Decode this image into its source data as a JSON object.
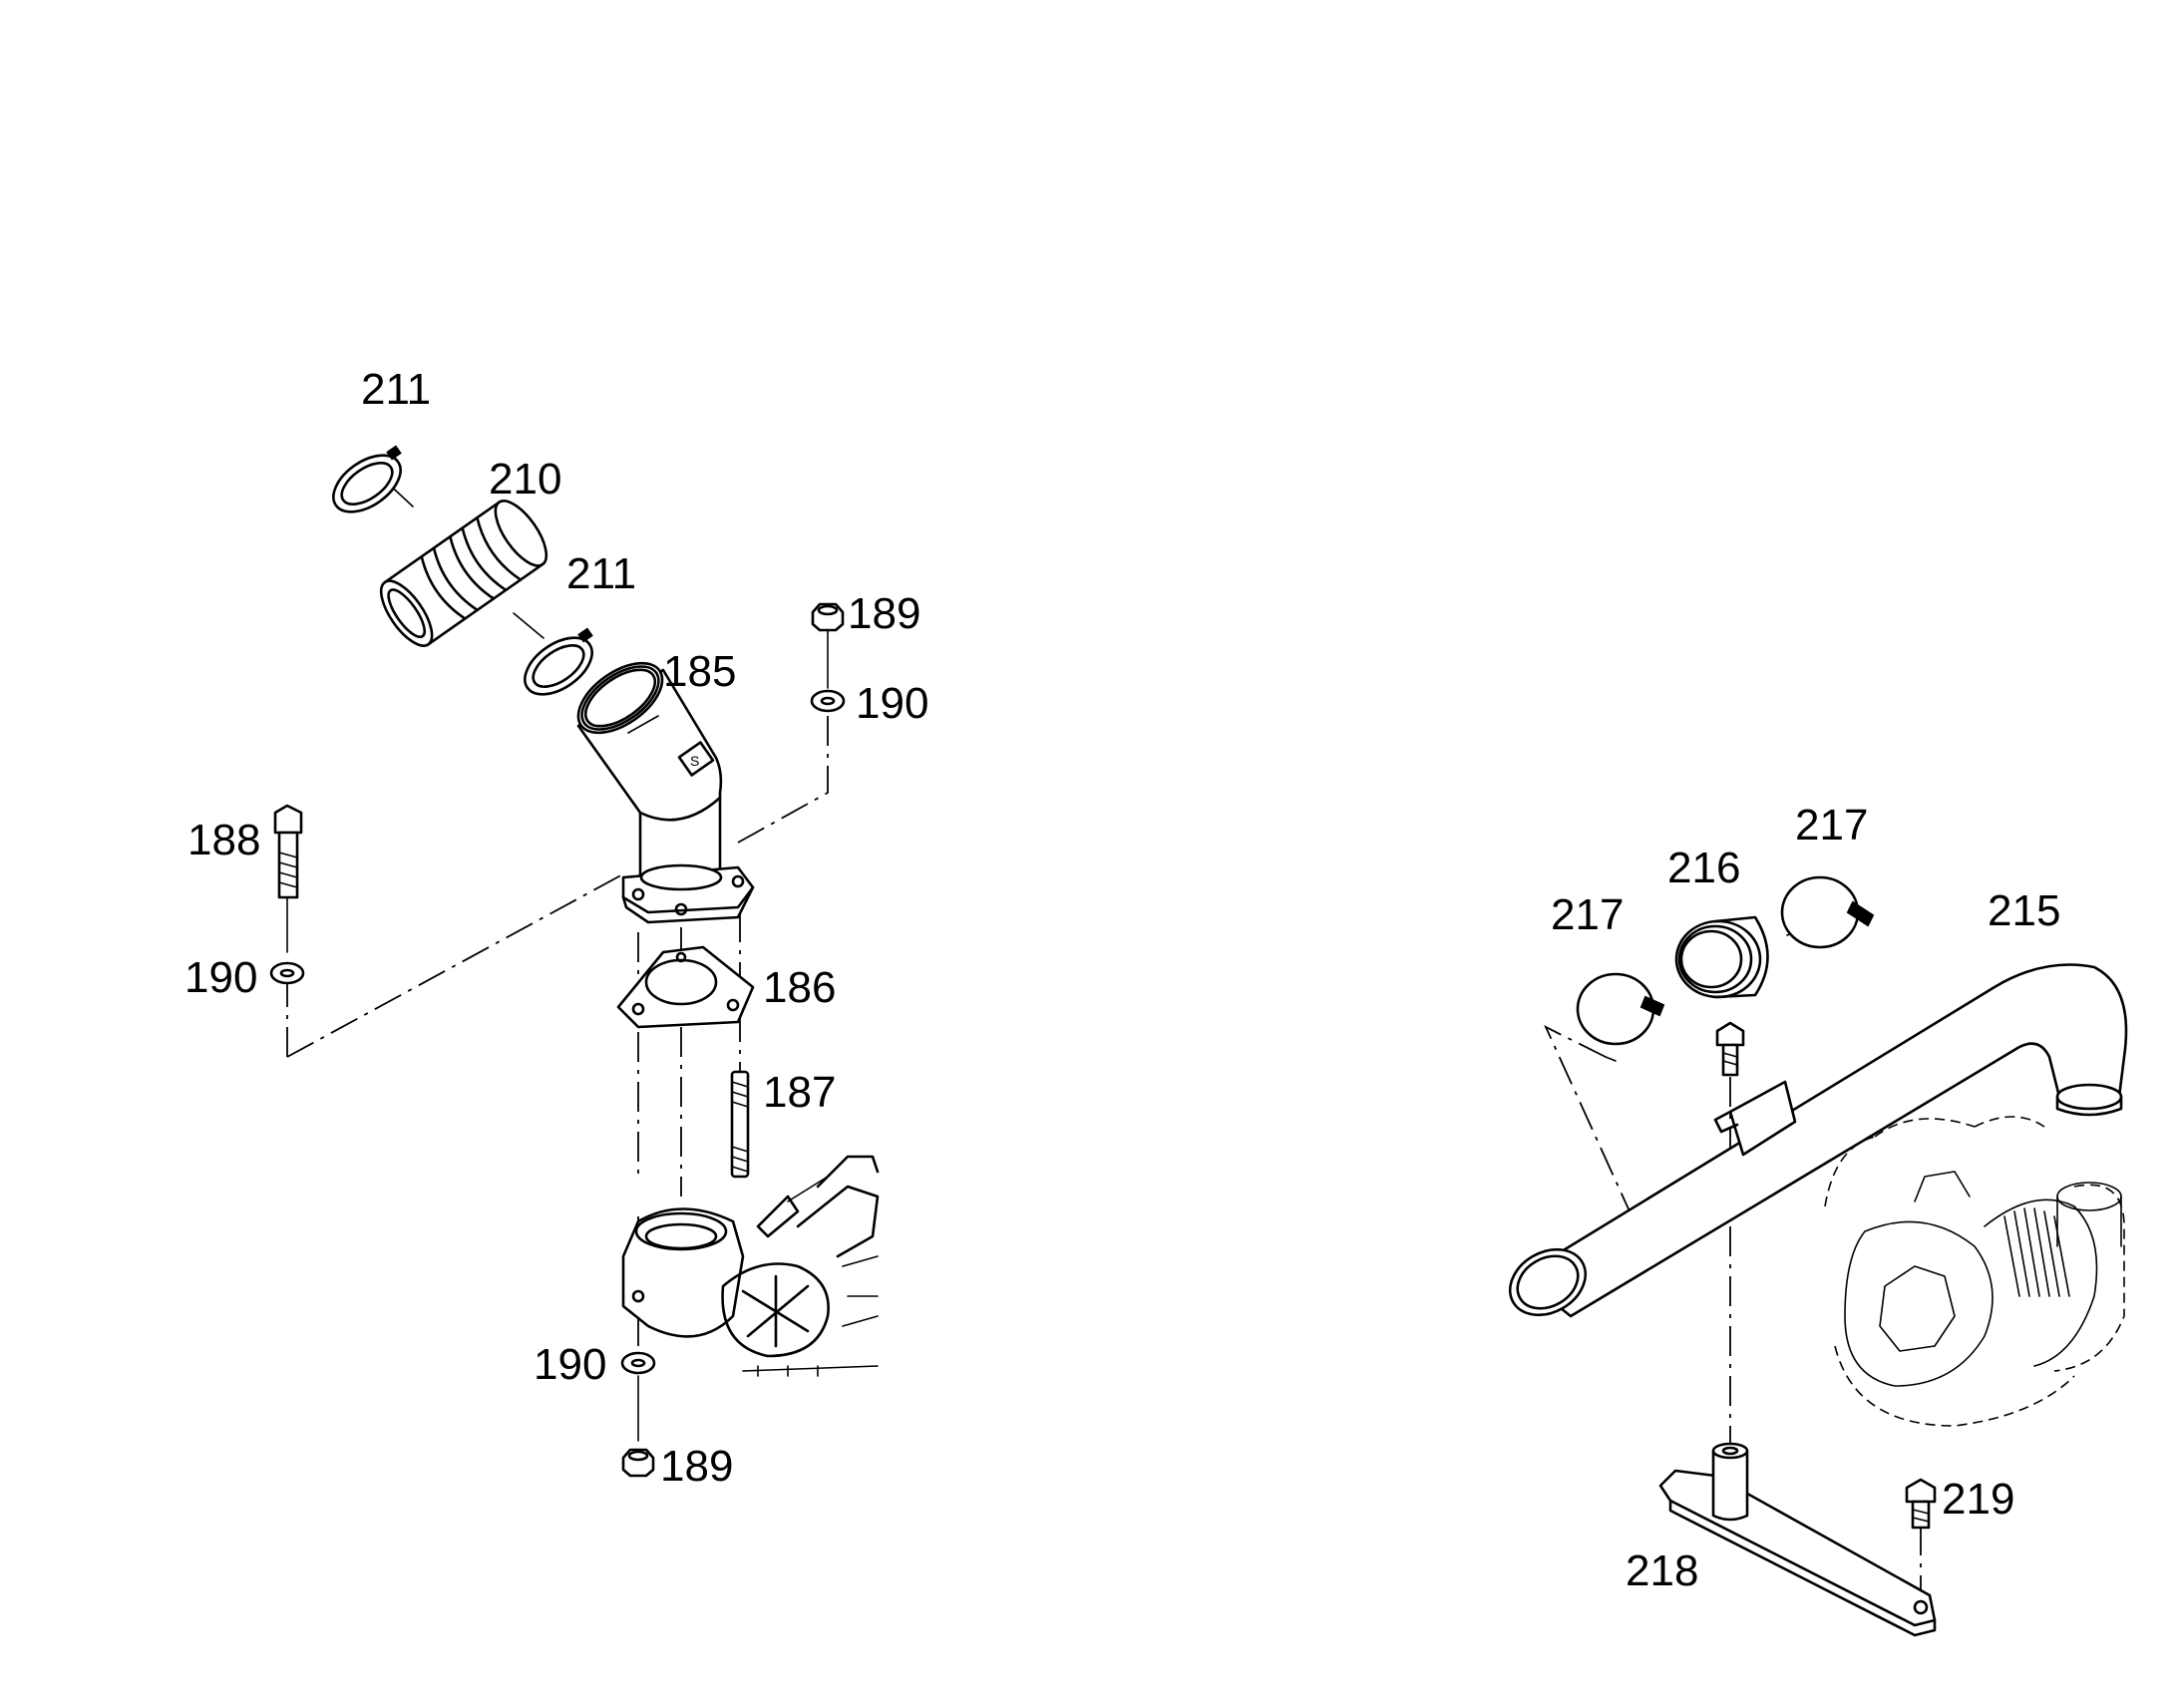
{
  "callouts": {
    "c211_top": "211",
    "c210": "210",
    "c211_mid": "211",
    "c185": "185",
    "c189_top": "189",
    "c190_top": "190",
    "c188": "188",
    "c190_left": "190",
    "c186": "186",
    "c187": "187",
    "c190_bottom": "190",
    "c189_bottom": "189",
    "c217_left": "217",
    "c216": "216",
    "c217_right": "217",
    "c215": "215",
    "c219": "219",
    "c218": "218"
  },
  "icons": {
    "part_186": "gasket",
    "part_185": "elbow-pipe",
    "part_210": "hose-sleeve",
    "part_211": "hose-clamp",
    "part_188": "bolt",
    "part_187": "stud",
    "part_189": "nut",
    "part_190": "washer",
    "part_215": "bent-pipe",
    "part_216": "hose-sleeve",
    "part_217": "hose-clamp",
    "part_218": "bracket",
    "part_219": "bolt"
  },
  "colors": {
    "line": "#000000",
    "background": "#ffffff"
  }
}
